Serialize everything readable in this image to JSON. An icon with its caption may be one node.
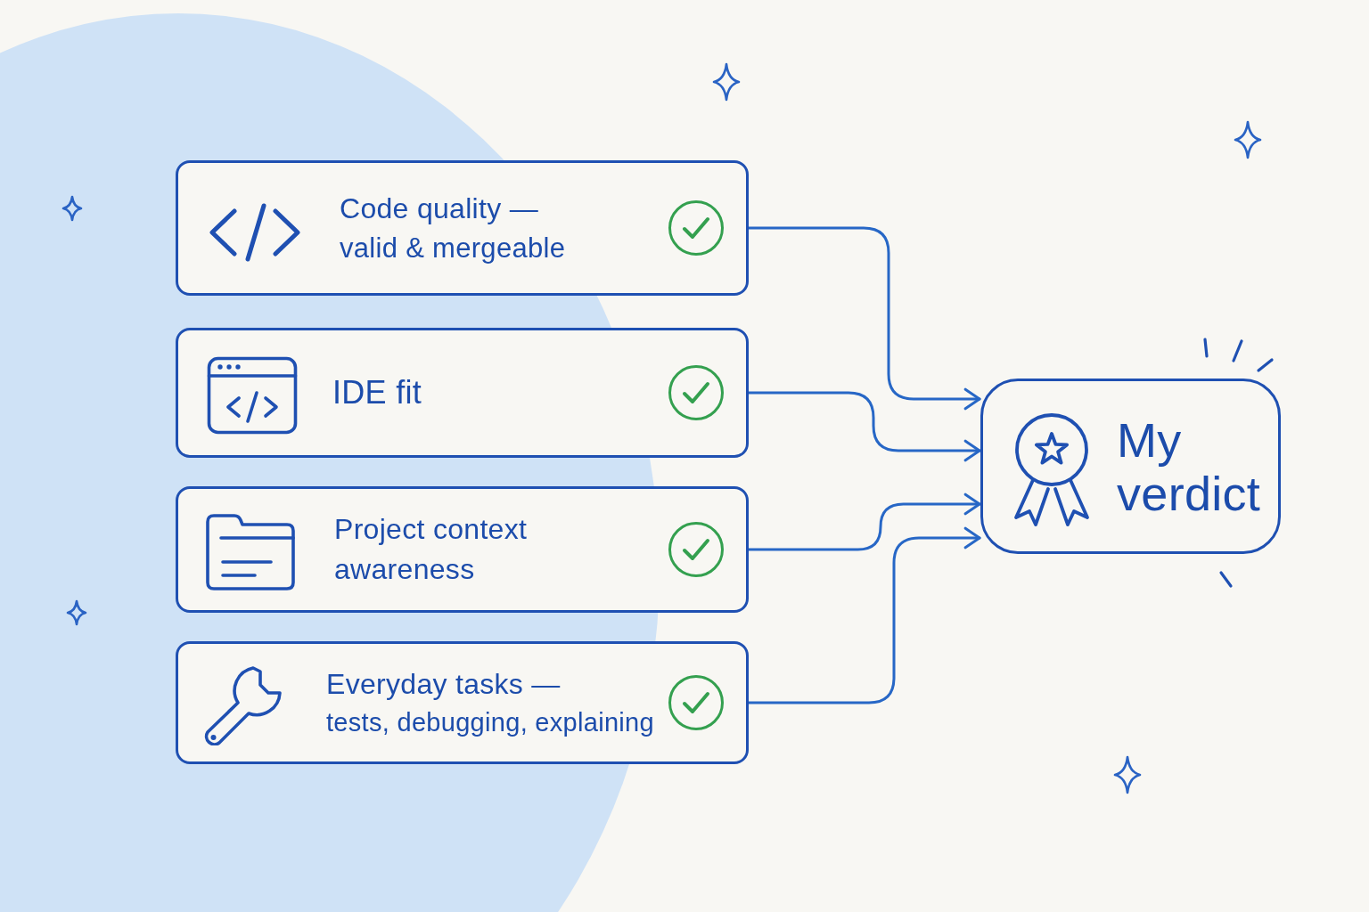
{
  "diagram": {
    "nodes": [
      {
        "text": [
          "Code quality —",
          "valid & mergeable"
        ]
      },
      {
        "text": [
          "IDE fit"
        ]
      },
      {
        "text": [
          "Project context awareness"
        ]
      },
      {
        "text": [
          "Everyday tasks —",
          "tests, debugging, explaining"
        ]
      },
      {
        "text": [
          "My verdict"
        ]
      }
    ],
    "edges": [
      {
        "from": 0,
        "to": 4,
        "arrow": "to"
      },
      {
        "from": 1,
        "to": 4,
        "arrow": "to"
      },
      {
        "from": 2,
        "to": 4,
        "arrow": "to"
      },
      {
        "from": 3,
        "to": 4,
        "arrow": "to"
      }
    ]
  }
}
